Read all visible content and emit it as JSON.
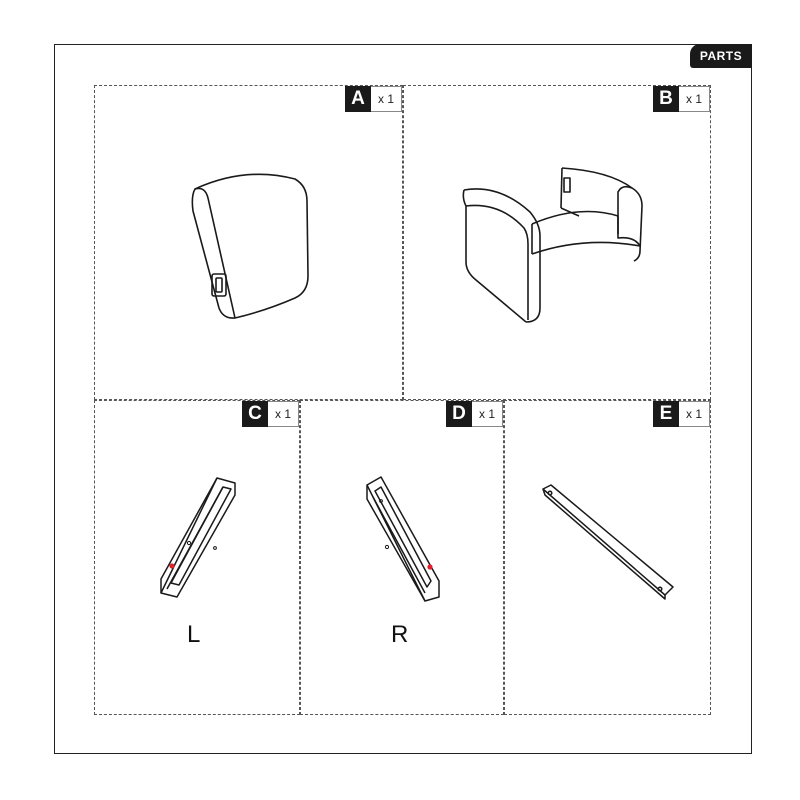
{
  "header": {
    "tab_label": "PARTS"
  },
  "parts": [
    {
      "letter": "A",
      "qty": "x 1",
      "name": "backrest cushion"
    },
    {
      "letter": "B",
      "qty": "x 1",
      "name": "sofa seat base with arms"
    },
    {
      "letter": "C",
      "qty": "x 1",
      "name": "left leg frame",
      "side_label": "L"
    },
    {
      "letter": "D",
      "qty": "x 1",
      "name": "right leg frame",
      "side_label": "R"
    },
    {
      "letter": "E",
      "qty": "x 1",
      "name": "support bar"
    }
  ],
  "colors": {
    "ink": "#1a1a1a",
    "marker_red": "#e0202a"
  }
}
